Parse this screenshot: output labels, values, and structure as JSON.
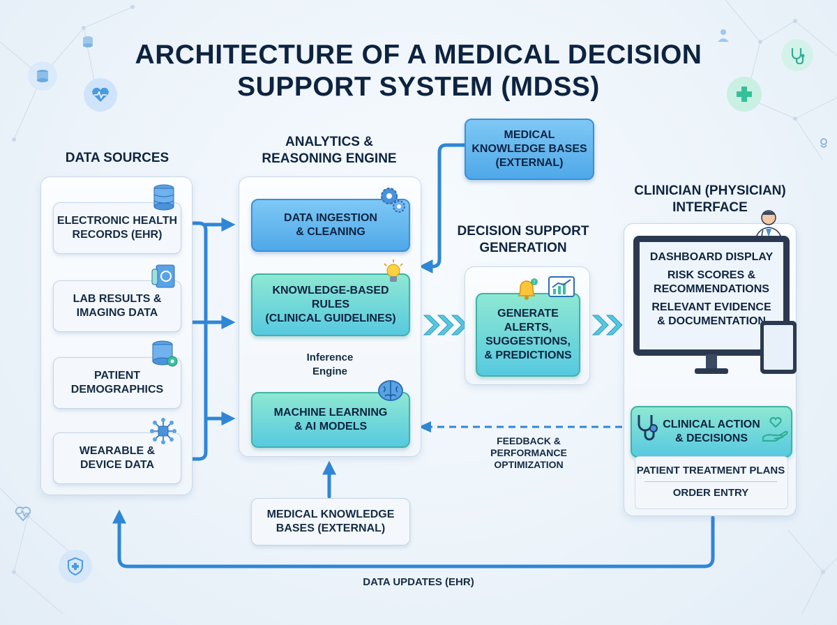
{
  "title": {
    "line1": "ARCHITECTURE OF A MEDICAL DECISION",
    "line2": "SUPPORT SYSTEM (MDSS)"
  },
  "data_sources": {
    "heading": "DATA SOURCES",
    "items": [
      {
        "line1": "ELECTRONIC HEALTH",
        "line2": "RECORDS (EHR)",
        "icon": "database-icon"
      },
      {
        "line1": "LAB RESULTS &",
        "line2": "IMAGING DATA",
        "icon": "lab-report-icon"
      },
      {
        "line1": "PATIENT",
        "line2": "DEMOGRAPHICS",
        "icon": "database-gear-icon"
      },
      {
        "line1": "WEARABLE &",
        "line2": "DEVICE DATA",
        "icon": "network-chip-icon"
      }
    ]
  },
  "analytics": {
    "heading_line1": "ANALYTICS &",
    "heading_line2": "REASONING ENGINE",
    "ingestion": {
      "line1": "DATA INGESTION",
      "line2": "& CLEANING"
    },
    "rules": {
      "line1": "KNOWLEDGE-BASED",
      "line2": "RULES",
      "line3": "(CLINICAL GUIDELINES)"
    },
    "inference": {
      "line1": "Inference",
      "line2": "Engine"
    },
    "ml": {
      "line1": "MACHINE LEARNING",
      "line2": "& AI MODELS"
    }
  },
  "external_kb_top": {
    "line1": "MEDICAL",
    "line2": "KNOWLEDGE BASES",
    "line3": "(EXTERNAL)"
  },
  "external_kb_bottom": {
    "line1": "MEDICAL KNOWLEDGE",
    "line2": "BASES (EXTERNAL)"
  },
  "decision_support": {
    "heading_line1": "DECISION SUPPORT",
    "heading_line2": "GENERATION",
    "box": {
      "line1": "GENERATE",
      "line2": "ALERTS,",
      "line3": "SUGGESTIONS,",
      "line4": "& PREDICTIONS"
    }
  },
  "clinician": {
    "heading_line1": "CLINICIAN (PHYSICIAN)",
    "heading_line2": "INTERFACE",
    "monitor_lines": [
      "DASHBOARD DISPLAY",
      "RISK SCORES &",
      "RECOMMENDATIONS",
      "RELEVANT EVIDENCE",
      "& DOCUMENTATION"
    ],
    "action": {
      "line1": "CLINICAL ACTION",
      "line2": "& DECISIONS"
    },
    "plans": "PATIENT TREATMENT PLANS",
    "orders": "ORDER ENTRY"
  },
  "feedback": {
    "line1": "FEEDBACK &",
    "line2": "PERFORMANCE",
    "line3": "OPTIMIZATION"
  },
  "data_updates": "DATA UPDATES (EHR)",
  "colors": {
    "accent_blue": "#2f86d6",
    "accent_green": "#3fb3a6",
    "text_dark": "#0d2340"
  }
}
